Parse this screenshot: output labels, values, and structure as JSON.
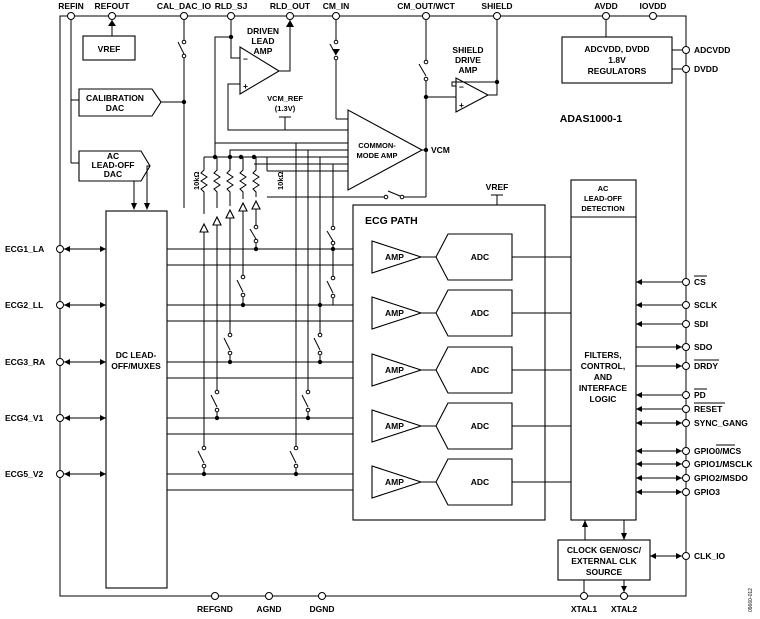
{
  "top_pins": [
    "REFIN",
    "REFOUT",
    "CAL_DAC_IO",
    "RLD_SJ",
    "RLD_OUT",
    "CM_IN",
    "CM_OUT/WCT",
    "SHIELD",
    "AVDD",
    "IOVDD"
  ],
  "bottom_pins": [
    "REFGND",
    "AGND",
    "DGND",
    "XTAL1",
    "XTAL2"
  ],
  "left_pins": [
    "ECG1_LA",
    "ECG2_LL",
    "ECG3_RA",
    "ECG4_V1",
    "ECG5_V2"
  ],
  "right_pins_top": [
    "ADCVDD",
    "DVDD"
  ],
  "right_pins_interface": [
    "CS",
    "SCLK",
    "SDI",
    "SDO",
    "DRDY",
    "PD",
    "RESET",
    "SYNC_GANG",
    "GPIO0/MCS",
    "GPIO1/MSCLK",
    "GPIO2/MSDO",
    "GPIO3"
  ],
  "clk_pin": "CLK_IO",
  "chip_name": "ADAS1000-1",
  "blocks": {
    "vref": "VREF",
    "calibration_dac": [
      "CALIBRATION",
      "DAC"
    ],
    "ac_leadoff_dac": [
      "AC",
      "LEAD-OFF",
      "DAC"
    ],
    "driven_lead_amp": [
      "DRIVEN",
      "LEAD",
      "AMP"
    ],
    "vcm_ref": [
      "VCM_REF",
      "(1.3V)"
    ],
    "common_mode_amp": [
      "COMMON-",
      "MODE AMP"
    ],
    "vcm": "VCM",
    "shield_drive_amp": [
      "SHIELD",
      "DRIVE",
      "AMP"
    ],
    "regulators": [
      "ADCVDD, DVDD",
      "1.8V",
      "REGULATORS"
    ],
    "resistor": "10kΩ",
    "ecg_path": "ECG PATH",
    "ecg_vref": "VREF",
    "amp": "AMP",
    "adc": "ADC",
    "ac_leadoff_detection": [
      "AC",
      "LEAD-OFF",
      "DETECTION"
    ],
    "filters": [
      "FILTERS,",
      "CONTROL,",
      "AND",
      "INTERFACE",
      "LOGIC"
    ],
    "dc_leadoff": [
      "DC LEAD-",
      "OFF/MUXES"
    ],
    "clock_gen": [
      "CLOCK GEN/OSC/",
      "EXTERNAL CLK",
      "SOURCE"
    ]
  },
  "figure_id": "09660-012"
}
